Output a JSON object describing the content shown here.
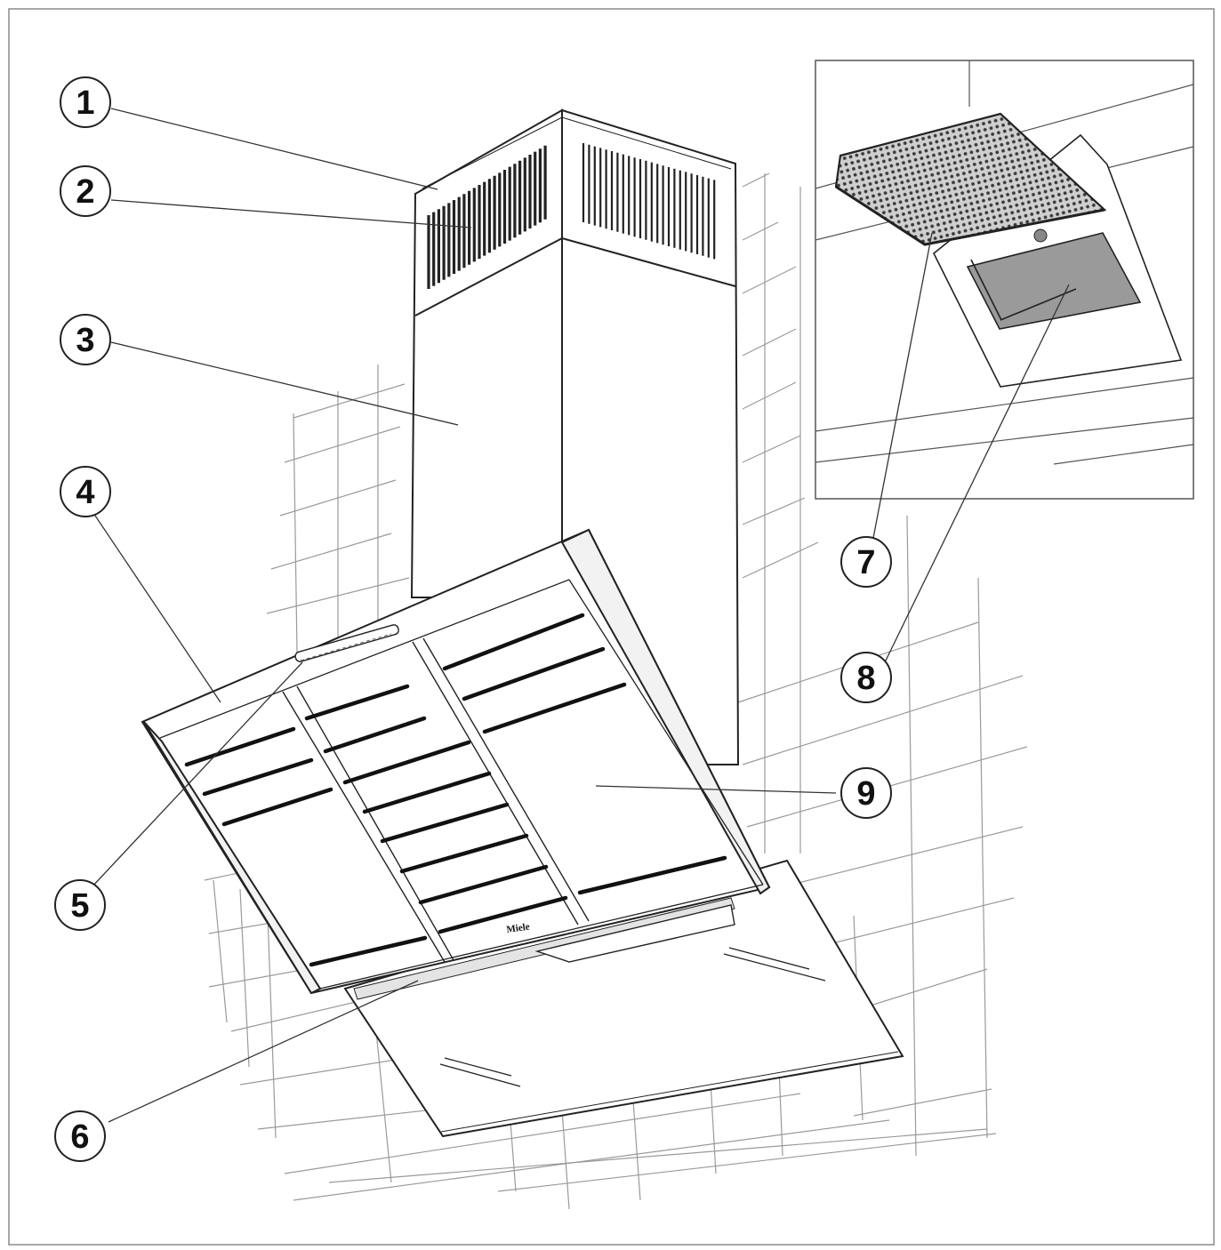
{
  "brand": "Miele",
  "callouts": [
    {
      "number": "1"
    },
    {
      "number": "2"
    },
    {
      "number": "3"
    },
    {
      "number": "4"
    },
    {
      "number": "5"
    },
    {
      "number": "6"
    },
    {
      "number": "7"
    },
    {
      "number": "8"
    },
    {
      "number": "9"
    }
  ]
}
